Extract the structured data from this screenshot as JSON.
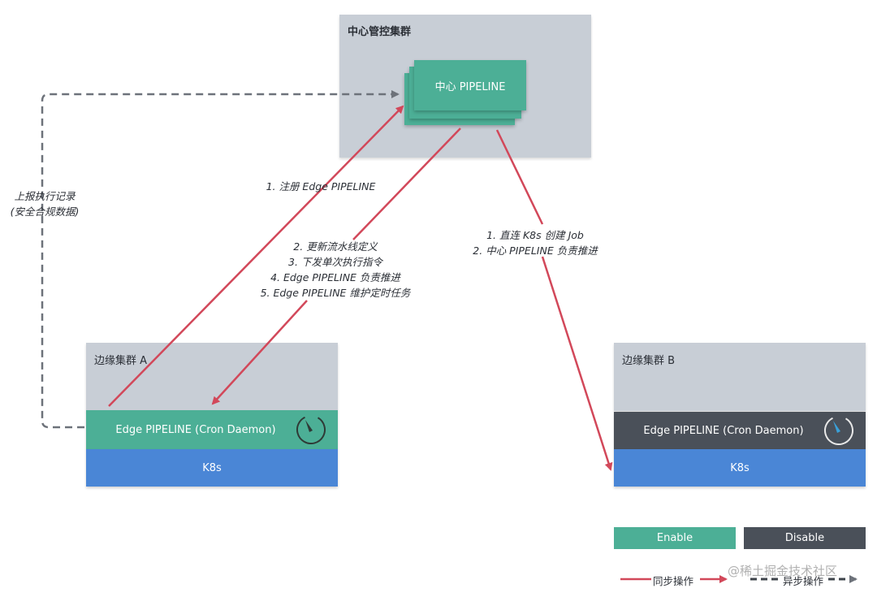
{
  "center_cluster": {
    "title": "中心管控集群",
    "pipeline": "中心 PIPELINE"
  },
  "edge_a": {
    "title": "边缘集群 A",
    "pipeline": "Edge PIPELINE (Cron Daemon)",
    "k8s": "K8s",
    "pipeline_state": "Enable"
  },
  "edge_b": {
    "title": "边缘集群 B",
    "pipeline": "Edge PIPELINE (Cron Daemon)",
    "k8s": "K8s",
    "pipeline_state": "Disable"
  },
  "labels": {
    "report": [
      "上报执行记录",
      "(安全合规数据)"
    ],
    "register": "1. 注册 Edge PIPELINE",
    "dispatch": [
      "2. 更新流水线定义",
      "3. 下发单次执行指令",
      "4. Edge PIPELINE 负责推进",
      "5. Edge PIPELINE 维护定时任务"
    ],
    "direct": [
      "1. 直连 K8s 创建 Job",
      "2. 中心 PIPELINE 负责推进"
    ]
  },
  "legend": {
    "enable": "Enable",
    "disable": "Disable",
    "sync": "同步操作",
    "async": "异步操作"
  },
  "watermark": "@稀土掘金技术社区",
  "colors": {
    "enable": "#4caf96",
    "disable": "#4a5059",
    "k8s": "#4a86d6",
    "cluster": "#c8ced6",
    "sync_arrow": "#d2485a",
    "async_arrow": "#6d727a"
  }
}
